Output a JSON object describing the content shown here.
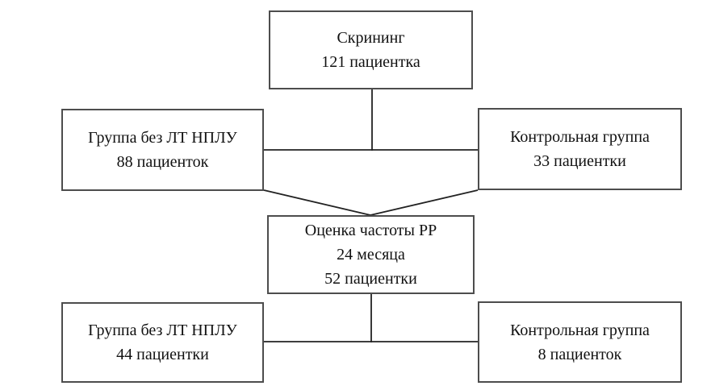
{
  "colors": {
    "background": "#ffffff",
    "box_border": "#4d4d4d",
    "connector": "#222222",
    "text": "#111111"
  },
  "diagram": {
    "type": "flowchart",
    "nodes": [
      {
        "id": "screening",
        "lines": [
          "Скрининг",
          "121 пациентка"
        ]
      },
      {
        "id": "group-no-rt-1",
        "lines": [
          "Группа без ЛТ НПЛУ",
          "88 пациенток"
        ]
      },
      {
        "id": "control-1",
        "lines": [
          "Контрольная группа",
          "33 пациентки"
        ]
      },
      {
        "id": "assessment",
        "lines": [
          "Оценка частоты РР",
          "24 месяца",
          "52 пациентки"
        ]
      },
      {
        "id": "group-no-rt-2",
        "lines": [
          "Группа без ЛТ НПЛУ",
          "44 пациентки"
        ]
      },
      {
        "id": "control-2",
        "lines": [
          "Контрольная группа",
          "8 пациенток"
        ]
      }
    ],
    "edges": [
      {
        "from": "screening",
        "to": "group-no-rt-1"
      },
      {
        "from": "screening",
        "to": "control-1"
      },
      {
        "from": "group-no-rt-1",
        "to": "assessment"
      },
      {
        "from": "control-1",
        "to": "assessment"
      },
      {
        "from": "assessment",
        "to": "group-no-rt-2"
      },
      {
        "from": "assessment",
        "to": "control-2"
      }
    ]
  }
}
